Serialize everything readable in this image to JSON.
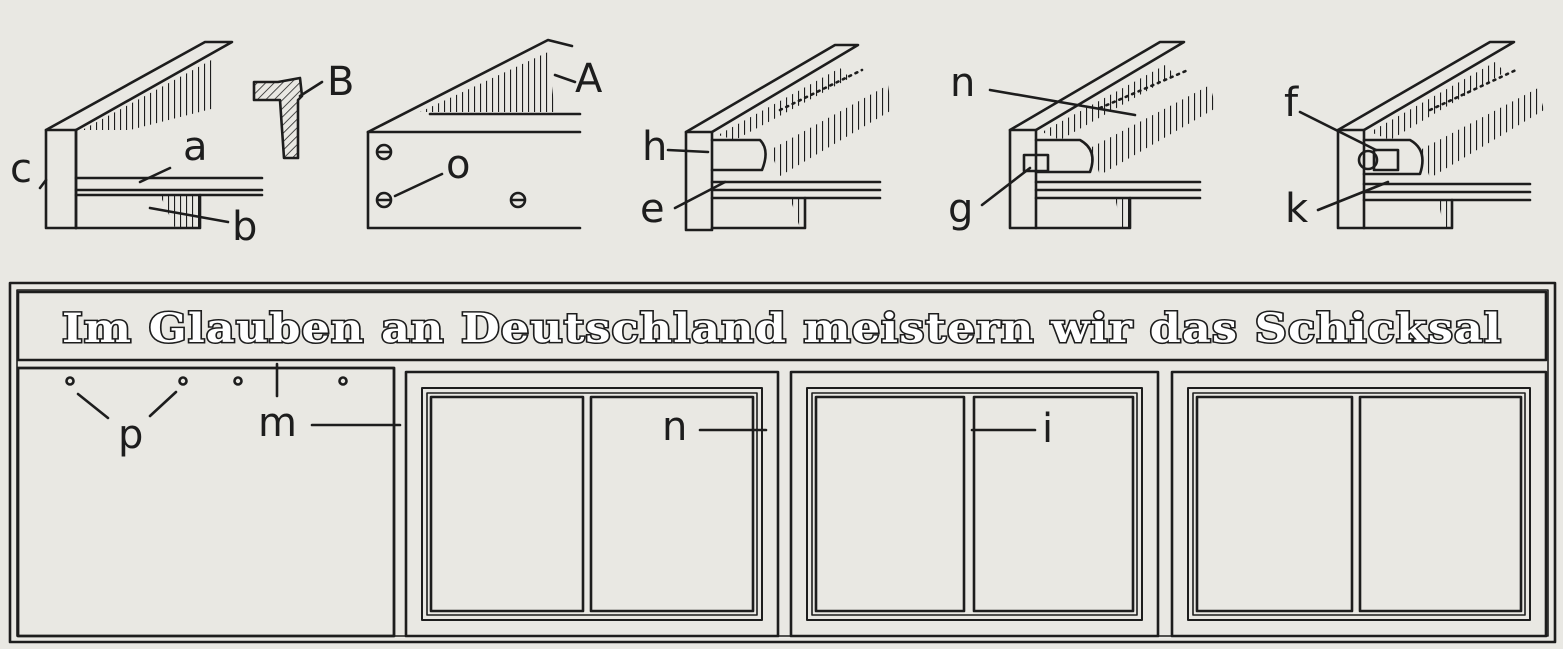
{
  "diagram": {
    "motto": "Im Glauben an Deutschland meistern wir das Schicksal",
    "labels": {
      "c": "c",
      "a": "a",
      "b": "b",
      "B": "B",
      "A": "A",
      "o": "o",
      "h": "h",
      "e": "e",
      "n_top": "n",
      "g": "g",
      "f": "f",
      "k": "k",
      "p": "p",
      "m": "m",
      "n_bottom": "n",
      "i": "i"
    }
  },
  "colors": {
    "ink": "#1d1d1d",
    "paper": "#e9e8e3"
  }
}
